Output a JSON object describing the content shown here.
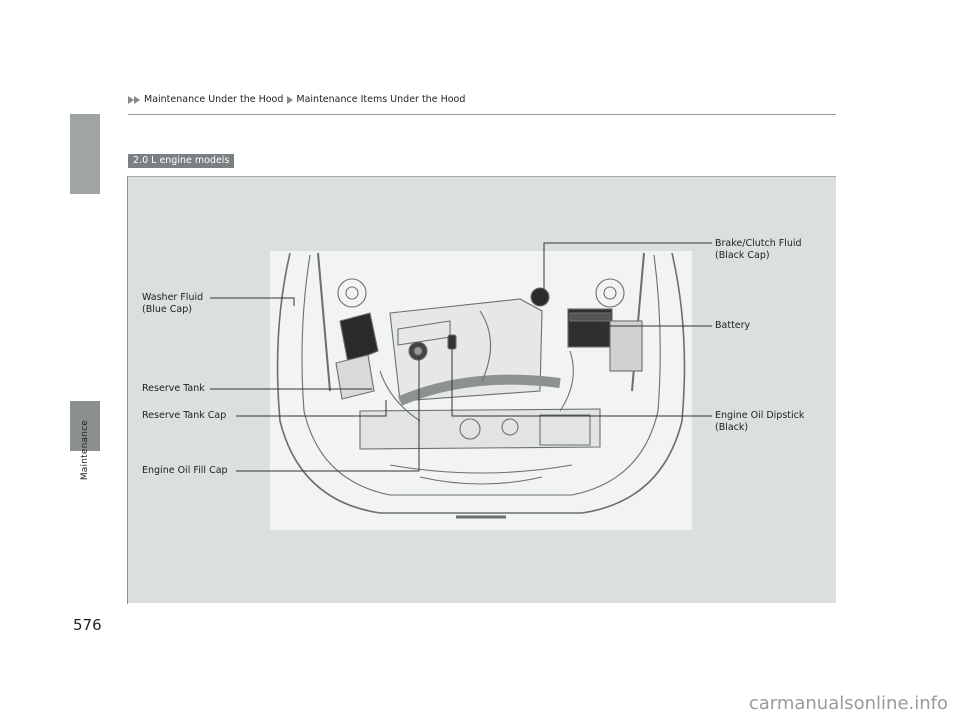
{
  "breadcrumb": {
    "part1": "Maintenance Under the Hood",
    "part2": "Maintenance Items Under the Hood"
  },
  "sidebar": {
    "section_label": "Maintenance"
  },
  "badge": {
    "label": "2.0 L engine models"
  },
  "callouts": {
    "washer_fluid": "Washer Fluid\n(Blue Cap)",
    "reserve_tank": "Reserve Tank",
    "reserve_tank_cap": "Reserve Tank Cap",
    "engine_oil_fill_cap": "Engine Oil Fill Cap",
    "brake_clutch_fluid": "Brake/Clutch Fluid\n(Black Cap)",
    "battery": "Battery",
    "engine_oil_dipstick": "Engine Oil Dipstick\n(Black)"
  },
  "page_number": "576",
  "watermark": "carmanualsonline.info",
  "colors": {
    "panel": "#dcdfdf",
    "badge": "#7b8083",
    "sidebar": "#9fa4a5"
  }
}
